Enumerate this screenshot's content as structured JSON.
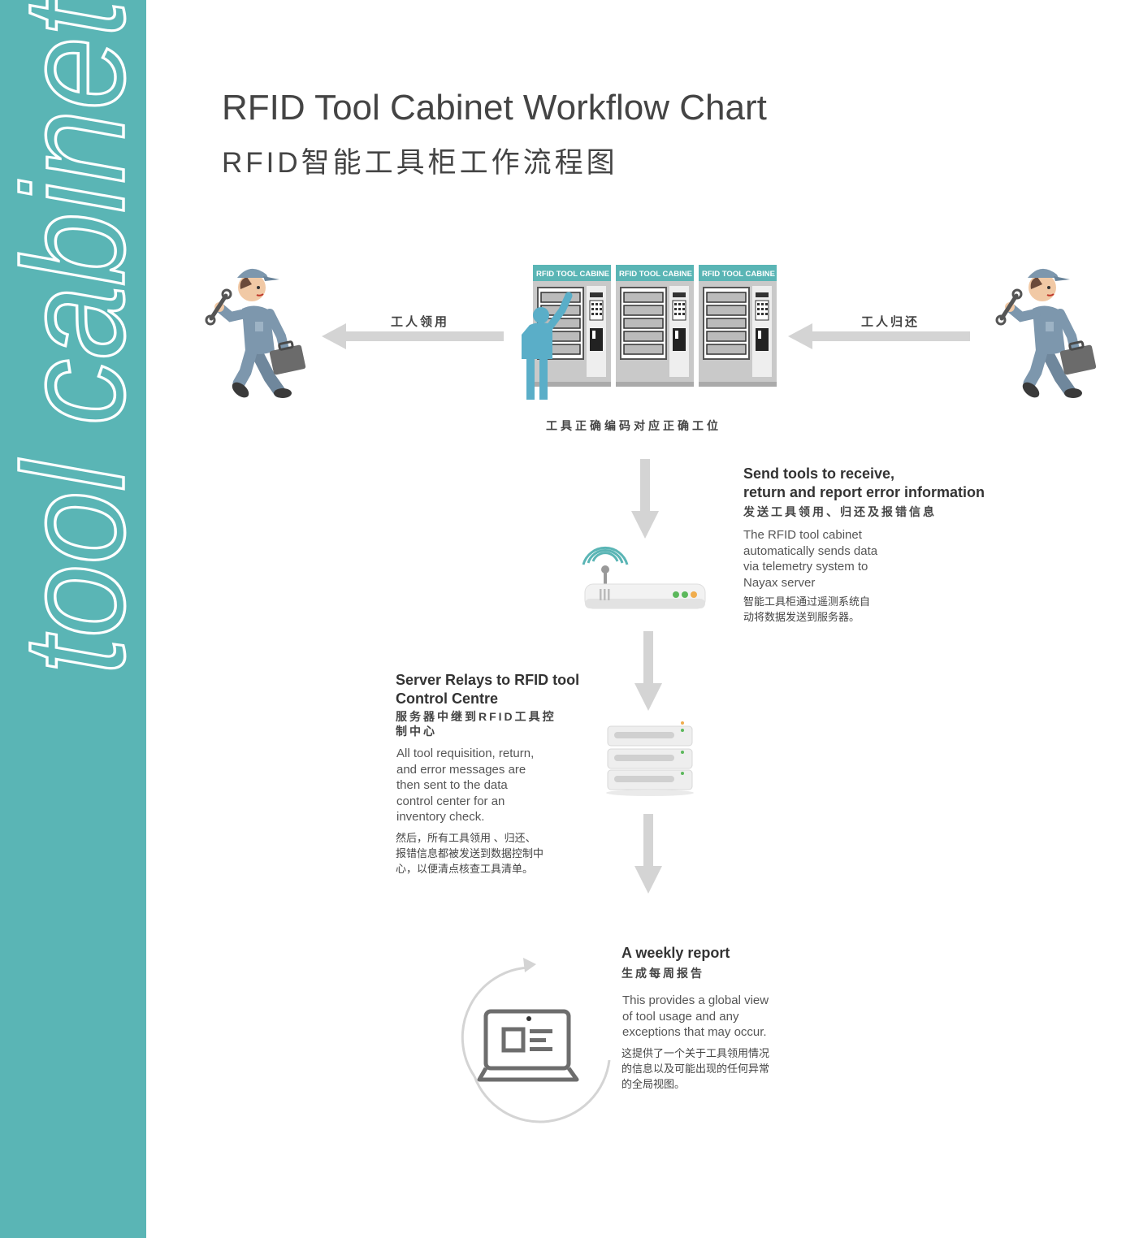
{
  "sidebar": {
    "word": "tool cabinet",
    "color": "#5ab5b5"
  },
  "title": {
    "en": "RFID Tool Cabinet Workflow Chart",
    "cn": "RFID智能工具柜工作流程图"
  },
  "flow": {
    "left_label": "工人领用",
    "right_label": "工人归还",
    "cabinet_caption": "工具正确编码对应正确工位",
    "cabinet_panel_label": "RFID TOOL CABINE"
  },
  "step_send": {
    "heading_en_1": "Send tools to receive,",
    "heading_en_2": "return and report error information",
    "heading_cn": "发送工具领用、归还及报错信息",
    "body_en": [
      "The RFID tool cabinet",
      "automatically sends data",
      "via telemetry system to",
      "Nayax server"
    ],
    "body_cn": [
      "智能工具柜通过遥测系统自",
      "动将数据发送到服务器。"
    ]
  },
  "step_server": {
    "heading_en": [
      "Server Relays to RFID tool",
      "Control Centre"
    ],
    "heading_cn": [
      "服务器中继到RFID工具控",
      "制中心"
    ],
    "body_en": [
      "All tool requisition, return,",
      "and error messages are",
      "then sent to the data",
      "control center for an",
      "inventory check."
    ],
    "body_cn": [
      "然后，所有工具领用 、归还、",
      "报错信息都被发送到数据控制中",
      "心，以便清点核查工具清单。"
    ]
  },
  "step_report": {
    "heading_en": "A weekly report",
    "heading_cn": "生成每周报告",
    "body_en": [
      "This provides a global view",
      "of tool usage and any",
      "exceptions that may occur."
    ],
    "body_cn": [
      "这提供了一个关于工具领用情况",
      "的信息以及可能出现的任何异常",
      "的全局视图。"
    ]
  },
  "colors": {
    "teal": "#5ab5b5",
    "arrow_gray": "#d4d4d4",
    "worker_blue": "#7d97ad",
    "person_blue": "#5aaec8"
  }
}
